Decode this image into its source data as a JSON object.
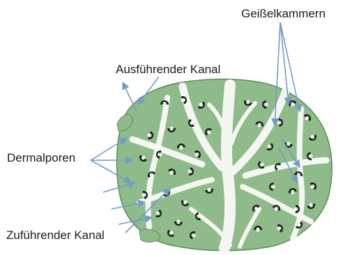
{
  "labels": {
    "geisselkammern": "Geißelkammern",
    "ausfuehrender_kanal": "Ausführender Kanal",
    "dermalporen": "Dermalporen",
    "zufuehrender_kanal": "Zuführender Kanal"
  },
  "colors": {
    "tissue": "#8fba8a",
    "tissue_edge": "#5e8a5c",
    "canal": "#f4f6f2",
    "chamber_dark": "#1c1c1c",
    "arrow": "#6f9cc8",
    "text": "#1a1a1a",
    "background": "#ffffff"
  }
}
